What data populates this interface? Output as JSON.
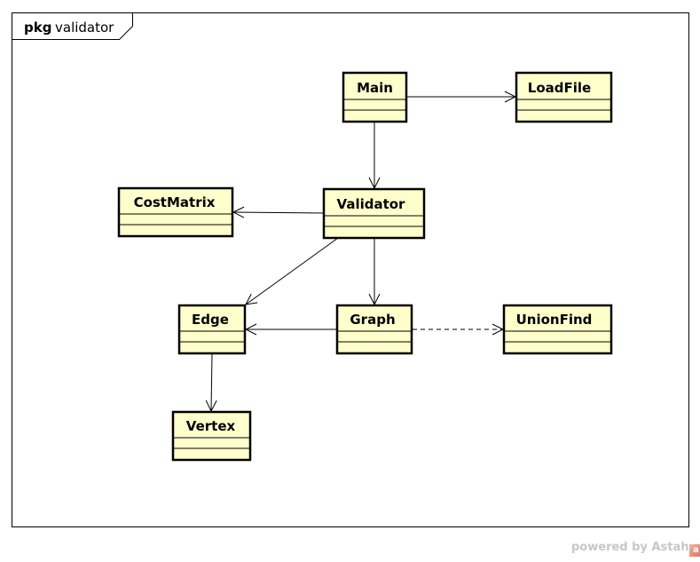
{
  "package": {
    "keyword": "pkg",
    "name": "validator"
  },
  "classes": {
    "main": "Main",
    "loadfile": "LoadFile",
    "costmatrix": "CostMatrix",
    "validator": "Validator",
    "edge": "Edge",
    "graph": "Graph",
    "unionfind": "UnionFind",
    "vertex": "Vertex"
  },
  "relations": [
    {
      "from": "Main",
      "to": "LoadFile",
      "kind": "association",
      "navigable": true
    },
    {
      "from": "Main",
      "to": "Validator",
      "kind": "association",
      "navigable": true
    },
    {
      "from": "Validator",
      "to": "CostMatrix",
      "kind": "association",
      "navigable": true
    },
    {
      "from": "Validator",
      "to": "Edge",
      "kind": "association",
      "navigable": true
    },
    {
      "from": "Validator",
      "to": "Graph",
      "kind": "association",
      "navigable": true
    },
    {
      "from": "Graph",
      "to": "Edge",
      "kind": "association",
      "navigable": true
    },
    {
      "from": "Graph",
      "to": "UnionFind",
      "kind": "dependency",
      "navigable": true
    },
    {
      "from": "Edge",
      "to": "Vertex",
      "kind": "association",
      "navigable": true
    }
  ],
  "colors": {
    "class_fill": "#ffffcc",
    "stroke": "#000000",
    "watermark": "#c7c7c7"
  },
  "watermark": {
    "text": "powered by Astah",
    "logo": "astah-logo"
  }
}
